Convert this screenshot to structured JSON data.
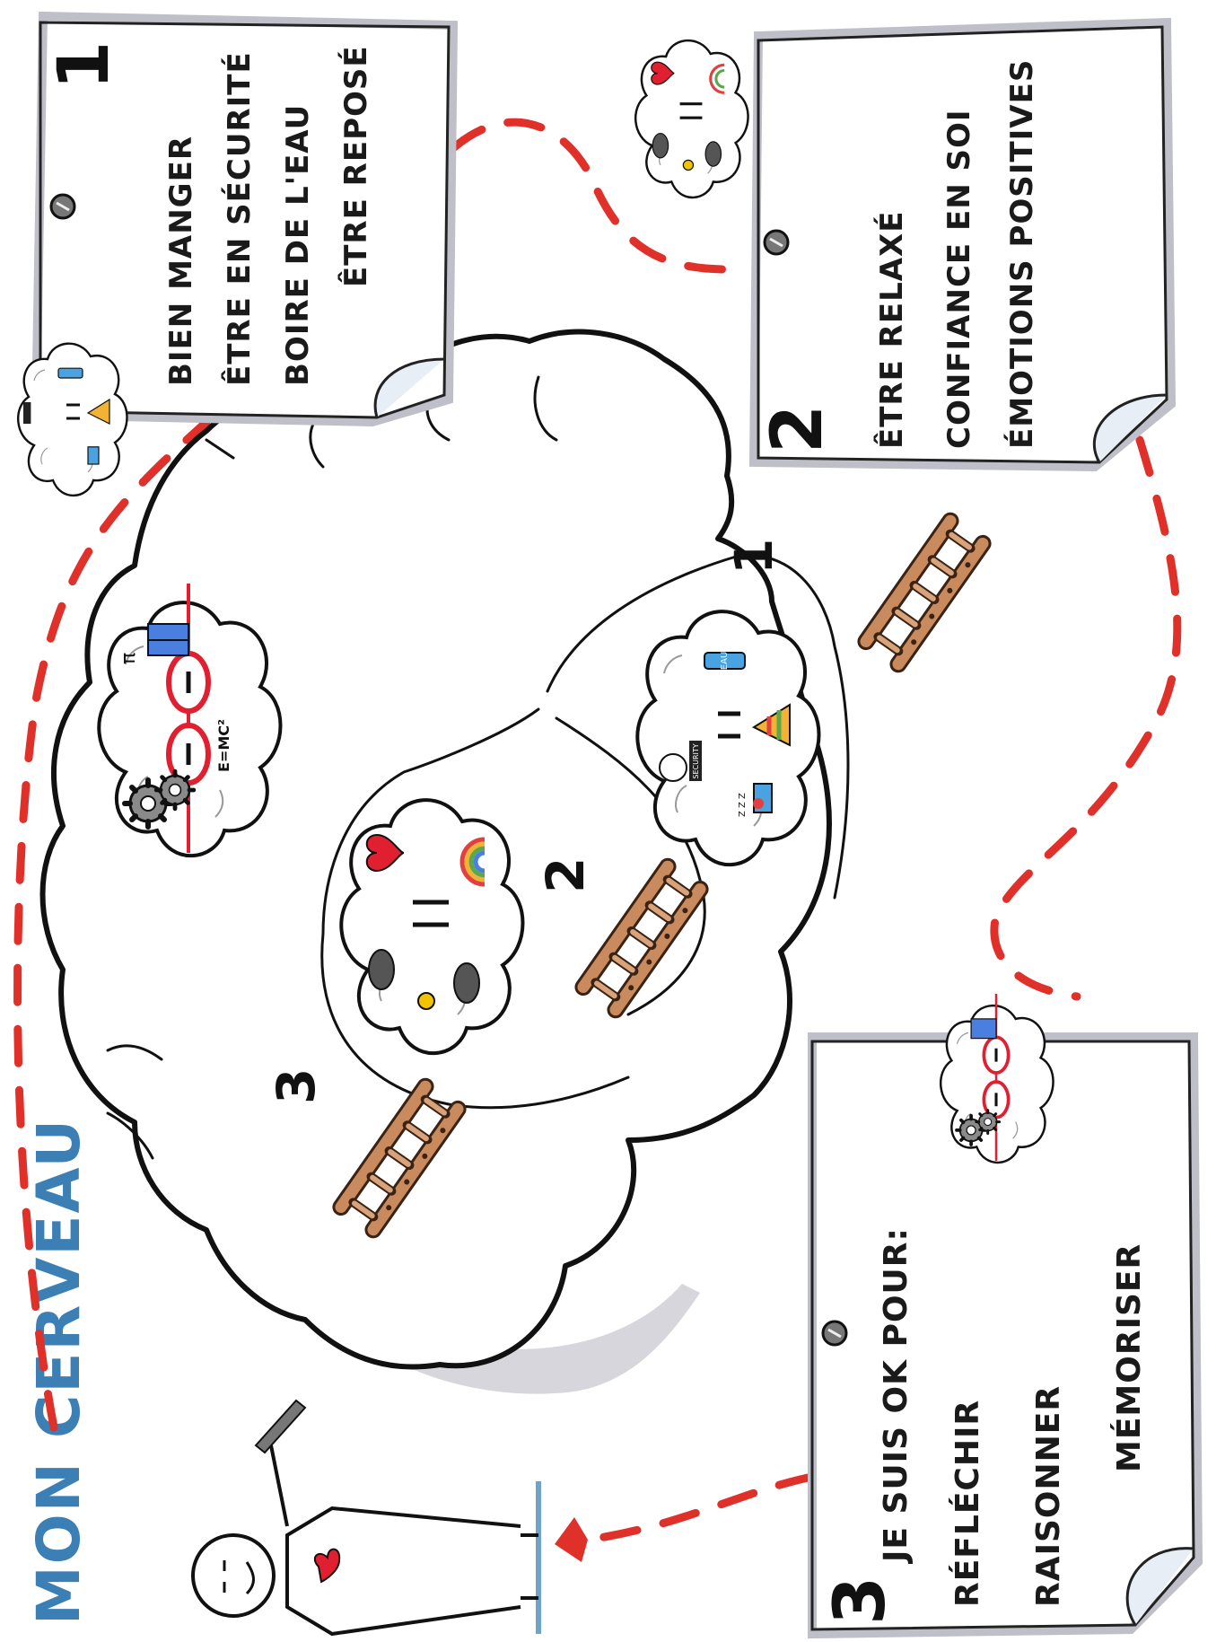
{
  "title": "MON CERVEAU",
  "colors": {
    "title": "#3b7fb5",
    "dashed_path": "#e0302a",
    "ladder": "#c98a5d",
    "outline": "#111111",
    "paper_shadow": "#bfbfc9"
  },
  "notes": {
    "note1": {
      "number": "1",
      "lines": [
        "BIEN MANGER",
        "ÊTRE EN SÉCURITÉ",
        "BOIRE DE L'EAU",
        "ÊTRE REPOSÉ"
      ]
    },
    "note2": {
      "number": "2",
      "lines": [
        "ÊTRE RELAXÉ",
        "CONFIANCE EN SOI",
        "ÉMOTIONS POSITIVES"
      ]
    },
    "note3": {
      "number": "3",
      "lines": [
        "JE SUIS OK POUR:",
        "RÉFLÉCHIR",
        "RAISONNER",
        "MÉMORISER"
      ]
    }
  },
  "brain": {
    "level_labels": [
      "1",
      "2",
      "3"
    ]
  },
  "icons": {
    "level1": [
      "water-bottle-icon",
      "security-guard-icon",
      "food-pyramid-icon",
      "bed-icon"
    ],
    "level2": [
      "storm-cloud-icon",
      "heart-icon",
      "rainbow-icon",
      "sun-icon"
    ],
    "level3": [
      "gears-icon",
      "book-icon",
      "glasses-icon",
      "pi-icon",
      "formula-icon"
    ]
  },
  "icon_texts": {
    "formula": "E=MC²",
    "pi": "π",
    "security": "SECURITY",
    "eau": "EAU",
    "zzz": "Z Z Z"
  }
}
